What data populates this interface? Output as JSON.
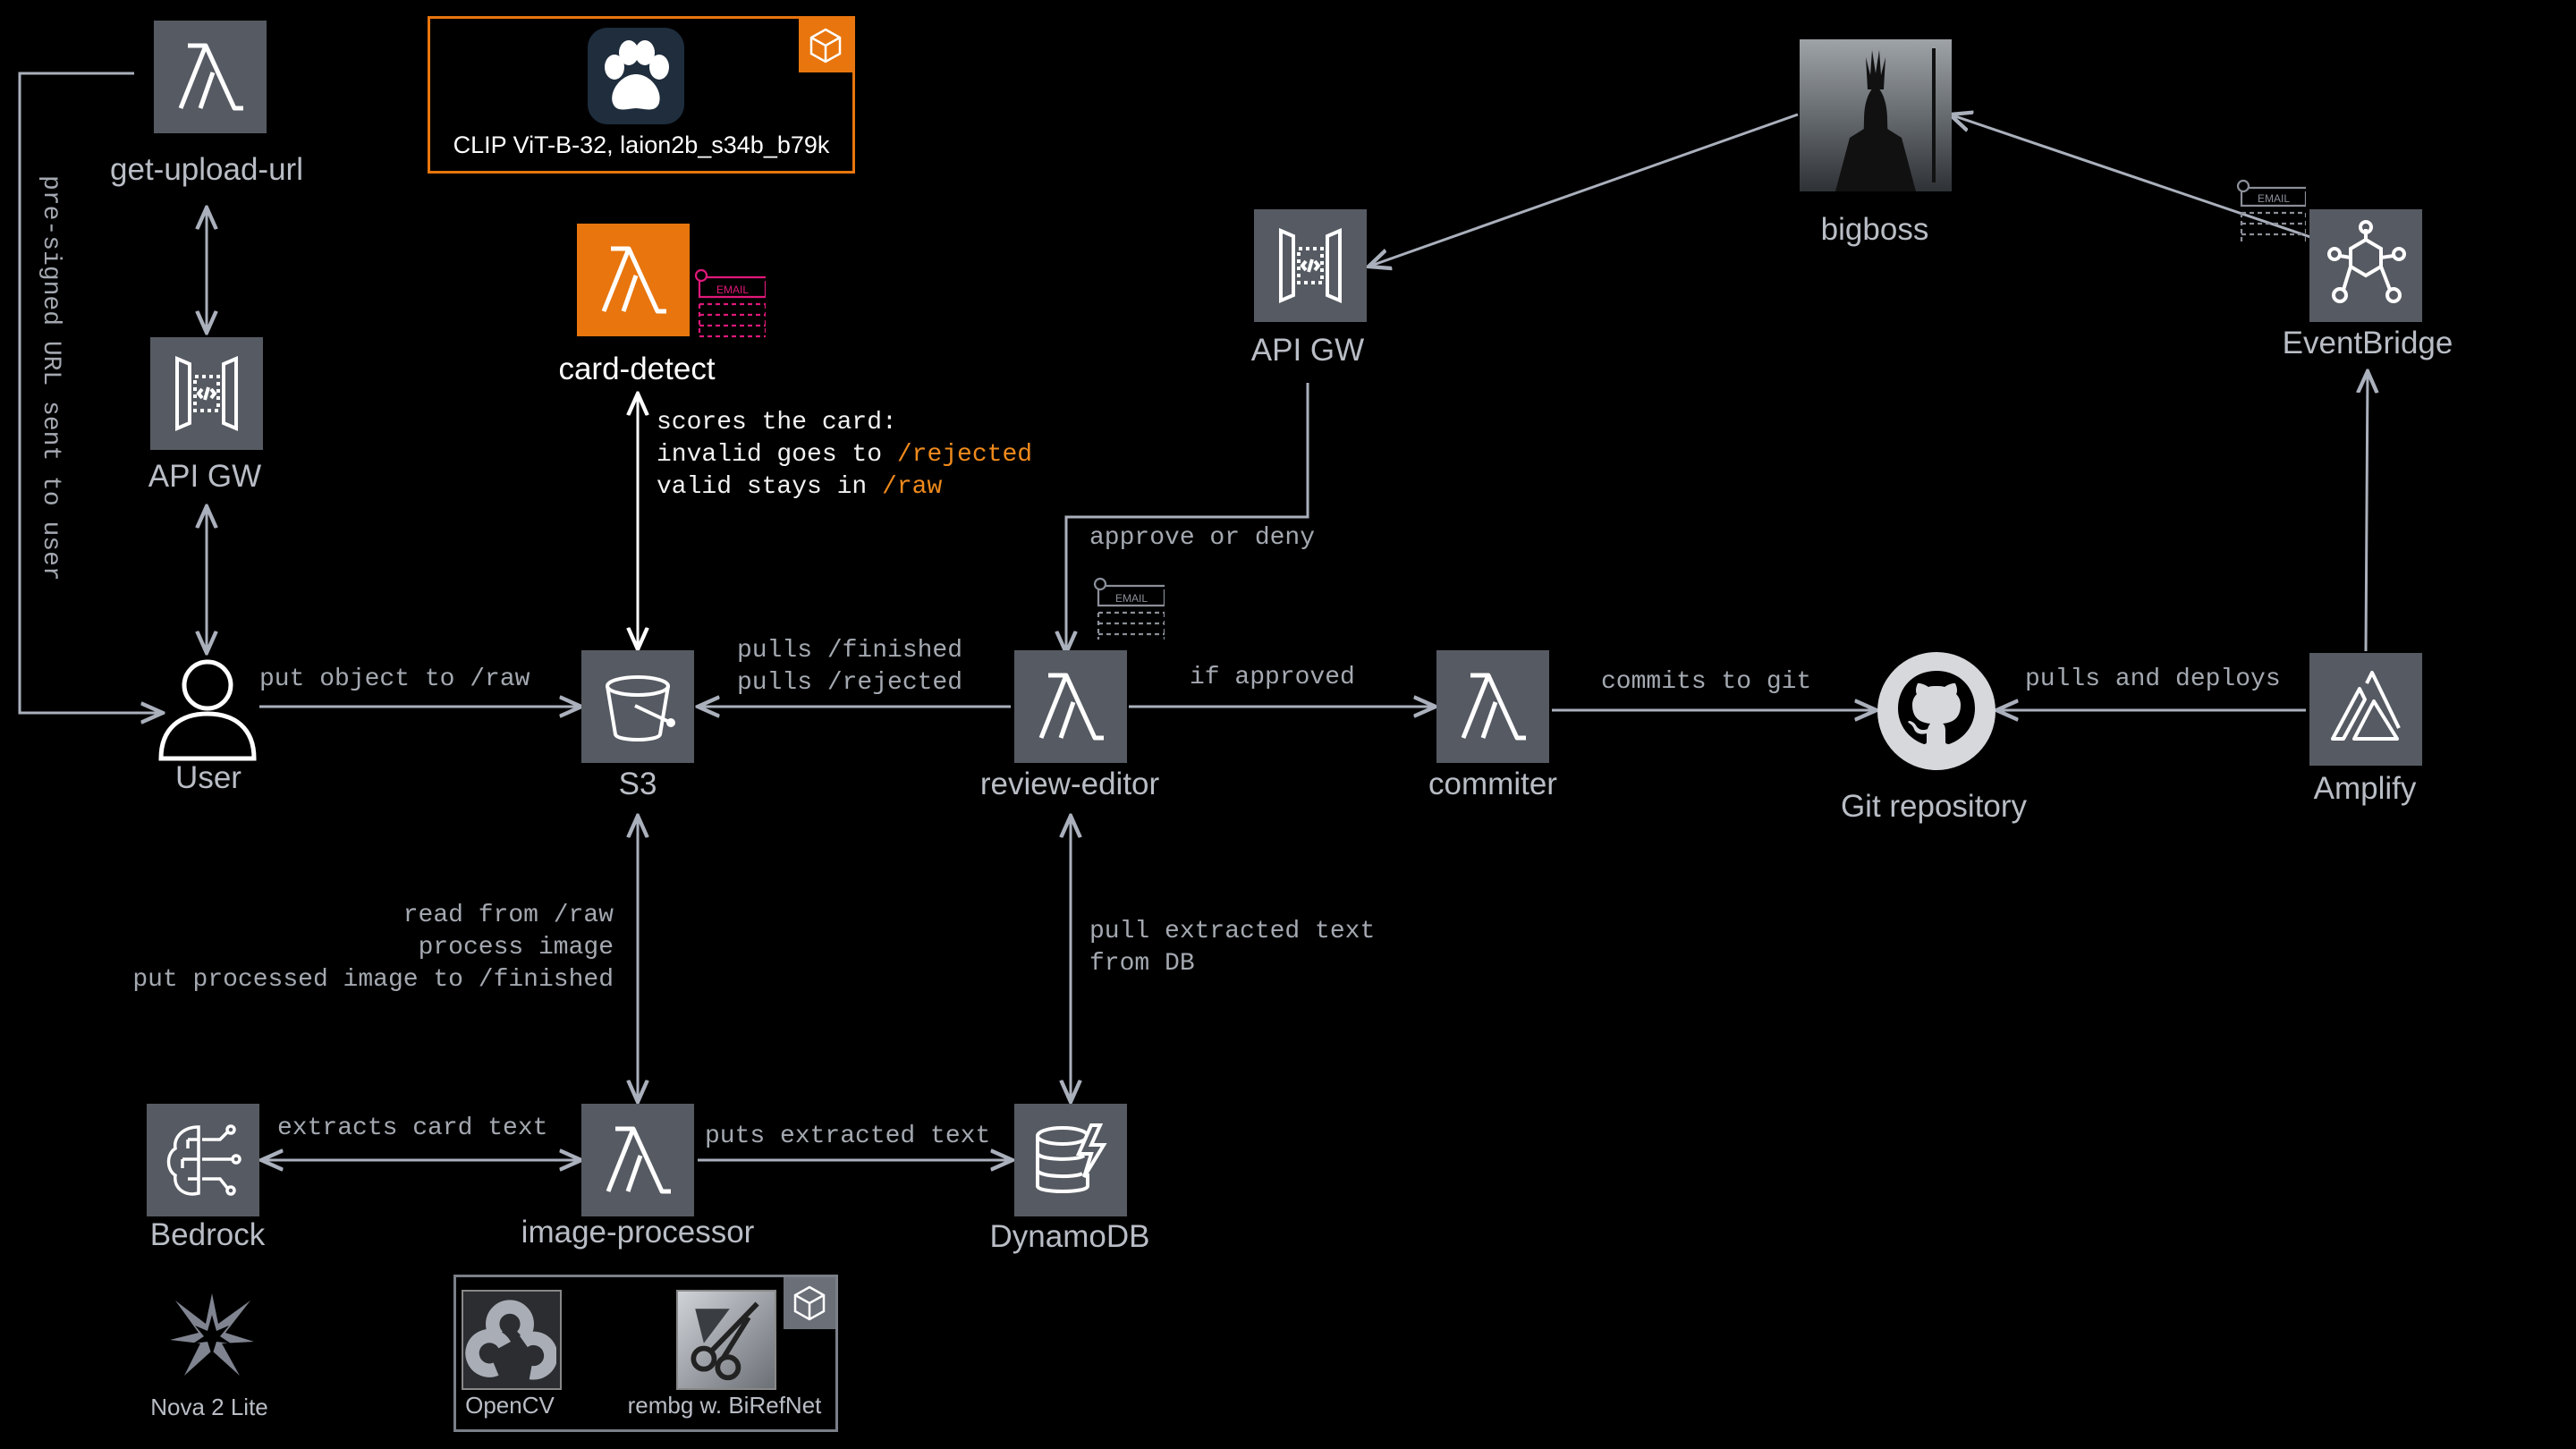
{
  "colors": {
    "background": "#000000",
    "icon_grey": "#565a62",
    "arrow": "#aab0bc",
    "accent_orange": "#e8750d",
    "email_pink": "#e0187a",
    "text_highlight": "#f08a1c"
  },
  "nodes": {
    "get_upload_url": {
      "label": "get-upload-url",
      "icon": "lambda-icon"
    },
    "api_gw_left": {
      "label": "API GW",
      "icon": "api-gateway-icon"
    },
    "user": {
      "label": "User",
      "icon": "user-icon"
    },
    "s3": {
      "label": "S3",
      "icon": "s3-bucket-icon"
    },
    "card_detect": {
      "label": "card-detect",
      "icon": "lambda-icon"
    },
    "clip_model": {
      "label": "CLIP ViT-B-32, laion2b_s34b_b79k",
      "icon": "paw-icon"
    },
    "review_editor": {
      "label": "review-editor",
      "icon": "lambda-icon"
    },
    "commiter": {
      "label": "commiter",
      "icon": "lambda-icon"
    },
    "git_repository": {
      "label": "Git repository",
      "icon": "github-icon"
    },
    "amplify": {
      "label": "Amplify",
      "icon": "amplify-icon"
    },
    "eventbridge": {
      "label": "EventBridge",
      "icon": "eventbridge-icon"
    },
    "bigboss": {
      "label": "bigboss",
      "icon": "bigboss-avatar"
    },
    "api_gw_right": {
      "label": "API GW",
      "icon": "api-gateway-icon"
    },
    "image_processor": {
      "label": "image-processor",
      "icon": "lambda-icon"
    },
    "bedrock": {
      "label": "Bedrock",
      "icon": "bedrock-icon"
    },
    "dynamodb": {
      "label": "DynamoDB",
      "icon": "dynamodb-icon"
    },
    "nova": {
      "label": "Nova 2 Lite",
      "icon": "nova-icon"
    },
    "opencv": {
      "label": "OpenCV",
      "icon": "opencv-icon"
    },
    "rembg": {
      "label": "rembg w. BiRefNet",
      "icon": "rembg-icon"
    }
  },
  "edges": {
    "presigned": "pre-signed URL sent to user",
    "put_object": "put object to /raw",
    "card_detect_1": "scores the card:",
    "card_detect_2a": "invalid goes to ",
    "card_detect_2b": "/rejected",
    "card_detect_3a": "valid stays in ",
    "card_detect_3b": "/raw",
    "pulls_finished": "pulls /finished",
    "pulls_rejected": "pulls /rejected",
    "approve_deny": "approve or deny",
    "if_approved": "if approved",
    "commits": "commits to git",
    "pulls_deploys": "pulls and deploys",
    "read_raw": "read from /raw",
    "process_image": "process image",
    "put_processed": "put processed image to /finished",
    "pull_text_1": "pull extracted text",
    "pull_text_2": "from DB",
    "extracts": "extracts card text",
    "puts_text": "puts extracted text"
  },
  "badges": {
    "email": "EMAIL"
  }
}
